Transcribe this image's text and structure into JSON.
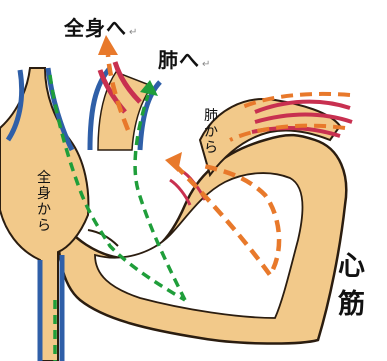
{
  "labels": {
    "to_whole_body": "全身へ",
    "to_lungs": "肺へ",
    "from_lungs": [
      "肺",
      "か",
      "ら"
    ],
    "from_whole_body": [
      "全",
      "身",
      "か",
      "ら"
    ],
    "heart_muscle": [
      "心",
      "筋"
    ],
    "return_mark": "↵"
  },
  "colors": {
    "muscle": "#f2c98a",
    "muscle_outline": "#2b1d10",
    "vein_blue": "#2f5fa8",
    "artery_red": "#c83050",
    "oxygen_poor_flow": "#1f9e3a",
    "oxygen_rich_flow": "#e8792b"
  }
}
